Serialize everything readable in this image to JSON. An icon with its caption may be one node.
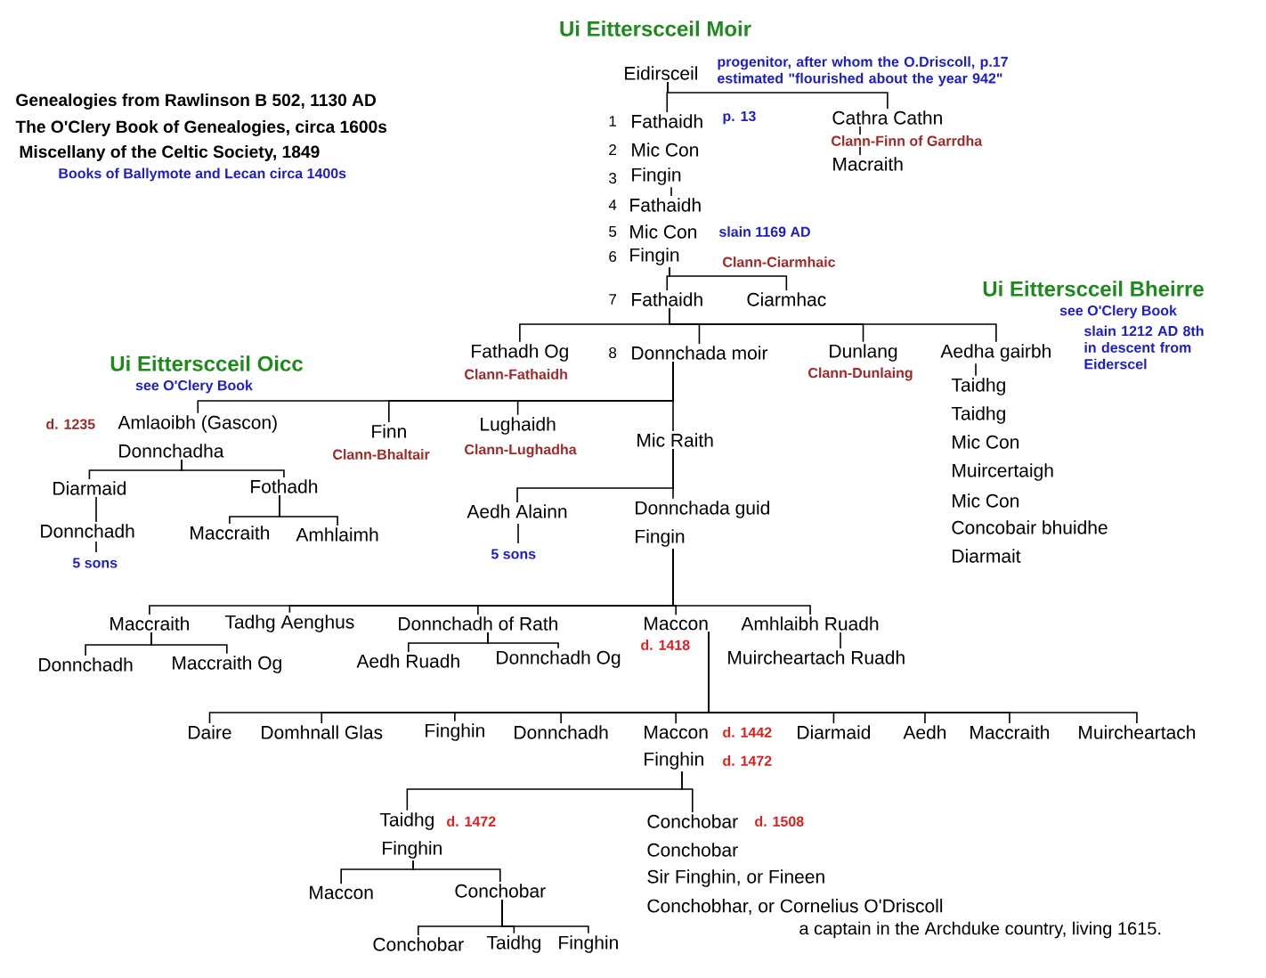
{
  "diagram": {
    "nodes": [
      {
        "text": [
          "Eidirsceil"
        ],
        "beside": [
          "progenitor, after whom the O.Driscoll, p.17 estimated \"flourished about the year 942\""
        ]
      },
      {
        "text": [
          "Fathaidh"
        ],
        "beside": [
          "1",
          "p. 13"
        ]
      },
      {
        "text": [
          "Mic Con"
        ],
        "beside": [
          "2"
        ]
      },
      {
        "text": [
          "Fingin"
        ],
        "beside": [
          "3"
        ]
      },
      {
        "text": [
          "Fathaidh"
        ],
        "beside": [
          "4"
        ]
      },
      {
        "text": [
          "Mic Con"
        ],
        "beside": [
          "5",
          "slain 1169 AD"
        ]
      },
      {
        "text": [
          "Fingin"
        ],
        "beside": [
          "6"
        ]
      },
      {
        "text": [
          "Fathaidh"
        ],
        "beside": [
          "7"
        ]
      },
      {
        "text": [
          "Ciarmhac"
        ],
        "beside": [
          "Clann-Ciarmhaic"
        ]
      },
      {
        "text": [
          "Cathra Cathn"
        ],
        "beside": [
          "Clann-Finn of Garrdha"
        ]
      },
      {
        "text": [
          "Macraith"
        ]
      },
      {
        "text": [
          "Fathadh Og"
        ],
        "beside": [
          "Clann-Fathaidh"
        ]
      },
      {
        "text": [
          "Donnchada moir"
        ],
        "beside": [
          "8"
        ]
      },
      {
        "text": [
          "Dunlang"
        ],
        "beside": [
          "Clann-Dunlaing"
        ]
      },
      {
        "text": [
          "Aedha gairbh"
        ],
        "beside": [
          "slain 1212 AD 8th in descent from Eiderscel"
        ]
      },
      {
        "text": [
          "Taidhg"
        ]
      },
      {
        "text": [
          "Taidhg"
        ]
      },
      {
        "text": [
          "Mic Con"
        ]
      },
      {
        "text": [
          "Muircertaigh"
        ]
      },
      {
        "text": [
          "Mic Con"
        ]
      },
      {
        "text": [
          "Concobair bhuidhe"
        ]
      },
      {
        "text": [
          "Diarmait"
        ]
      },
      {
        "text": [
          "Amlaoibh (Gascon)"
        ],
        "beside": [
          "d. 1235"
        ]
      },
      {
        "text": [
          "Donnchadha"
        ]
      },
      {
        "text": [
          "Finn"
        ],
        "beside": [
          "Clann-Bhaltair"
        ]
      },
      {
        "text": [
          "Lughaidh"
        ],
        "beside": [
          "Clann-Lughadha"
        ]
      },
      {
        "text": [
          "Mic Raith"
        ]
      },
      {
        "text": [
          "Diarmaid"
        ]
      },
      {
        "text": [
          "Fothadh"
        ]
      },
      {
        "text": [
          "Donnchadh"
        ],
        "beside": [
          "5 sons"
        ]
      },
      {
        "text": [
          "Maccraith"
        ]
      },
      {
        "text": [
          "Amhlaimh"
        ]
      },
      {
        "text": [
          "Aedh Alainn"
        ],
        "beside": [
          "5 sons"
        ]
      },
      {
        "text": [
          "Donnchada guid"
        ]
      },
      {
        "text": [
          "Fingin"
        ]
      },
      {
        "text": [
          "Maccraith"
        ]
      },
      {
        "text": [
          "Tadhg Aenghus"
        ]
      },
      {
        "text": [
          "Donnchadh of Rath"
        ]
      },
      {
        "text": [
          "Maccon"
        ],
        "beside": [
          "d. 1418"
        ]
      },
      {
        "text": [
          "Amhlaibh Ruadh"
        ]
      },
      {
        "text": [
          "Donnchadh"
        ]
      },
      {
        "text": [
          "Maccraith Og"
        ]
      },
      {
        "text": [
          "Aedh Ruadh"
        ]
      },
      {
        "text": [
          "Donnchadh Og"
        ]
      },
      {
        "text": [
          "Muircheartach Ruadh"
        ]
      },
      {
        "text": [
          "Daire"
        ]
      },
      {
        "text": [
          "Domhnall Glas"
        ]
      },
      {
        "text": [
          "Finghin"
        ]
      },
      {
        "text": [
          "Donnchadh"
        ]
      },
      {
        "text": [
          "Maccon"
        ],
        "beside": [
          "d. 1442"
        ]
      },
      {
        "text": [
          "Finghin"
        ],
        "beside": [
          "d. 1472"
        ]
      },
      {
        "text": [
          "Diarmaid"
        ]
      },
      {
        "text": [
          "Aedh"
        ]
      },
      {
        "text": [
          "Maccraith"
        ]
      },
      {
        "text": [
          "Muircheartach"
        ]
      },
      {
        "text": [
          "Taidhg"
        ],
        "beside": [
          "d. 1472"
        ]
      },
      {
        "text": [
          "Finghin"
        ]
      },
      {
        "text": [
          "Maccon"
        ]
      },
      {
        "text": [
          "Conchobar"
        ]
      },
      {
        "text": [
          "Conchobar"
        ]
      },
      {
        "text": [
          "Taidhg"
        ]
      },
      {
        "text": [
          "Finghin"
        ]
      },
      {
        "text": [
          "Conchobar"
        ],
        "beside": [
          "d. 1508"
        ]
      },
      {
        "text": [
          "Conchobar"
        ]
      },
      {
        "text": [
          "Sir Finghin, or Fineen"
        ]
      },
      {
        "text": [
          "Conchobhar, or Cornelius O'Driscoll"
        ],
        "beside": [
          "a captain in the Archduke country, living 1615."
        ]
      }
    ],
    "edges": [
      {
        "from": 0,
        "to": 1,
        "arrow": "none"
      },
      {
        "from": 0,
        "to": 9,
        "arrow": "none"
      },
      {
        "from": 9,
        "to": 10,
        "arrow": "none"
      },
      {
        "from": 3,
        "to": 4,
        "arrow": "none"
      },
      {
        "from": 6,
        "to": 7,
        "arrow": "none"
      },
      {
        "from": 6,
        "to": 8,
        "arrow": "none"
      },
      {
        "from": 7,
        "to": 11,
        "arrow": "none"
      },
      {
        "from": 7,
        "to": 12,
        "arrow": "none"
      },
      {
        "from": 7,
        "to": 13,
        "arrow": "none"
      },
      {
        "from": 7,
        "to": 14,
        "arrow": "none"
      },
      {
        "from": 14,
        "to": 15,
        "arrow": "none"
      },
      {
        "from": 12,
        "to": 22,
        "arrow": "none"
      },
      {
        "from": 12,
        "to": 24,
        "arrow": "none"
      },
      {
        "from": 12,
        "to": 25,
        "arrow": "none"
      },
      {
        "from": 12,
        "to": 26,
        "arrow": "none"
      },
      {
        "from": 23,
        "to": 27,
        "arrow": "none"
      },
      {
        "from": 23,
        "to": 28,
        "arrow": "none"
      },
      {
        "from": 27,
        "to": 29,
        "arrow": "none"
      },
      {
        "from": 28,
        "to": 30,
        "arrow": "none"
      },
      {
        "from": 28,
        "to": 31,
        "arrow": "none"
      },
      {
        "from": 26,
        "to": 32,
        "arrow": "none"
      },
      {
        "from": 26,
        "to": 33,
        "arrow": "none"
      },
      {
        "from": 34,
        "to": 35,
        "arrow": "none"
      },
      {
        "from": 34,
        "to": 36,
        "arrow": "none"
      },
      {
        "from": 34,
        "to": 37,
        "arrow": "none"
      },
      {
        "from": 34,
        "to": 38,
        "arrow": "none"
      },
      {
        "from": 34,
        "to": 39,
        "arrow": "none"
      },
      {
        "from": 35,
        "to": 40,
        "arrow": "none"
      },
      {
        "from": 35,
        "to": 41,
        "arrow": "none"
      },
      {
        "from": 37,
        "to": 42,
        "arrow": "none"
      },
      {
        "from": 37,
        "to": 43,
        "arrow": "none"
      },
      {
        "from": 39,
        "to": 44,
        "arrow": "none"
      },
      {
        "from": 38,
        "to": 45,
        "arrow": "none"
      },
      {
        "from": 38,
        "to": 46,
        "arrow": "none"
      },
      {
        "from": 38,
        "to": 47,
        "arrow": "none"
      },
      {
        "from": 38,
        "to": 48,
        "arrow": "none"
      },
      {
        "from": 38,
        "to": 49,
        "arrow": "none"
      },
      {
        "from": 38,
        "to": 51,
        "arrow": "none"
      },
      {
        "from": 38,
        "to": 52,
        "arrow": "none"
      },
      {
        "from": 38,
        "to": 53,
        "arrow": "none"
      },
      {
        "from": 38,
        "to": 54,
        "arrow": "none"
      },
      {
        "from": 50,
        "to": 55,
        "arrow": "none"
      },
      {
        "from": 50,
        "to": 62,
        "arrow": "none"
      },
      {
        "from": 56,
        "to": 57,
        "arrow": "none"
      },
      {
        "from": 56,
        "to": 58,
        "arrow": "none"
      },
      {
        "from": 58,
        "to": 59,
        "arrow": "none"
      },
      {
        "from": 58,
        "to": 60,
        "arrow": "none"
      },
      {
        "from": 58,
        "to": 61,
        "arrow": "none"
      }
    ],
    "labels": [
      "Genealogies from Rawlinson B 502, 1130 AD",
      "The O'Clery Book of Genealogies, circa 1600s",
      "Miscellany of the Celtic Society, 1849",
      "Books of Ballymote and Lecan circa 1400s",
      "Ui Eitterscceil Moir",
      "Ui Eitterscceil Bheirre",
      "see O'Clery Book",
      "Ui Eitterscceil Oicc",
      "see O'Clery Book"
    ]
  }
}
